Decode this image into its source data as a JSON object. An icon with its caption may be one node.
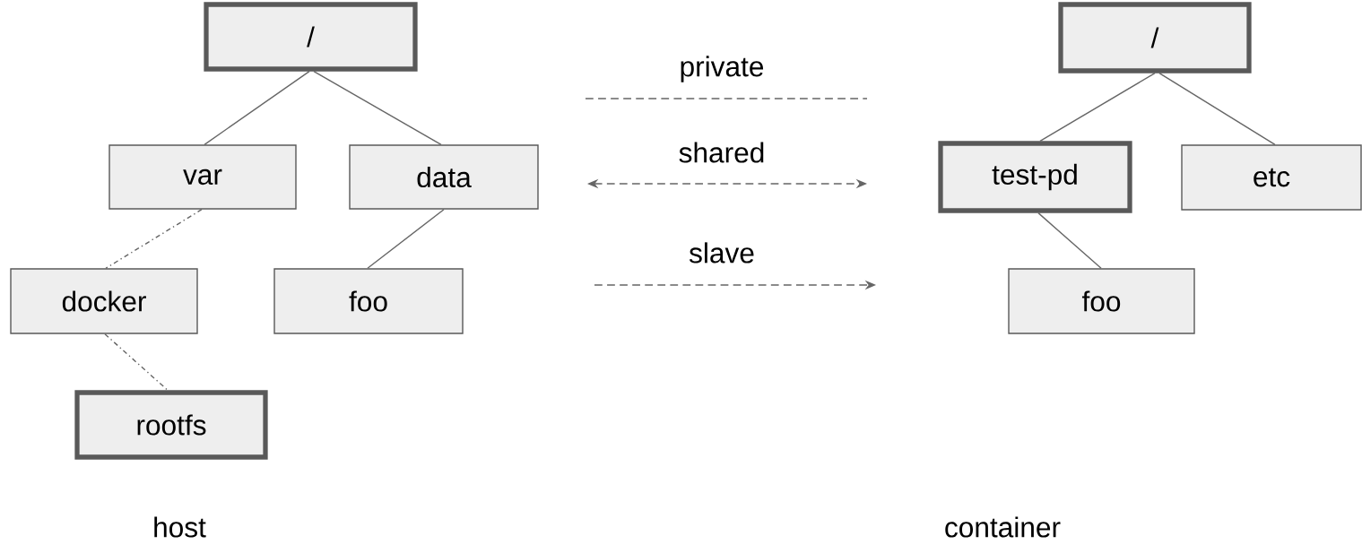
{
  "diagram": {
    "nodes": [
      {
        "text": [
          "/"
        ]
      },
      {
        "text": [
          "var"
        ]
      },
      {
        "text": [
          "data"
        ]
      },
      {
        "text": [
          "docker"
        ]
      },
      {
        "text": [
          "foo"
        ]
      },
      {
        "text": [
          "rootfs"
        ]
      },
      {
        "text": [
          "/"
        ]
      },
      {
        "text": [
          "test-pd"
        ]
      },
      {
        "text": [
          "etc"
        ]
      },
      {
        "text": [
          "foo"
        ]
      }
    ],
    "edges": [
      {
        "from": 0,
        "to": 1,
        "arrow": "none"
      },
      {
        "from": 0,
        "to": 2,
        "arrow": "none"
      },
      {
        "from": 1,
        "to": 3,
        "arrow": "none",
        "style": "dashed"
      },
      {
        "from": 3,
        "to": 5,
        "arrow": "none",
        "style": "dashed"
      },
      {
        "from": 2,
        "to": 4,
        "arrow": "none"
      },
      {
        "from": 6,
        "to": 7,
        "arrow": "none"
      },
      {
        "from": 6,
        "to": 8,
        "arrow": "none"
      },
      {
        "from": 7,
        "to": 9,
        "arrow": "none"
      }
    ],
    "labels": [
      "host",
      "container"
    ],
    "legend": [
      {
        "text": "private"
      },
      {
        "text": "shared"
      },
      {
        "text": "slave"
      }
    ]
  }
}
